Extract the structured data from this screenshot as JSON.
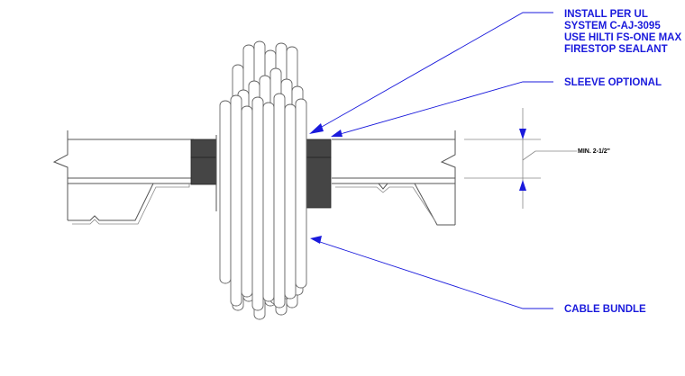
{
  "callouts": {
    "install": [
      "INSTALL PER UL",
      "SYSTEM C-AJ-3095",
      "USE HILTI FS-ONE MAX",
      "FIRESTOP SEALANT"
    ],
    "sleeve": "SLEEVE OPTIONAL",
    "cable": "CABLE BUNDLE"
  },
  "dimension": {
    "label": "MIN. 2-1/2\""
  },
  "colors": {
    "callout": "#1a1adc",
    "sealant": "#454545",
    "linework": "#555555"
  }
}
